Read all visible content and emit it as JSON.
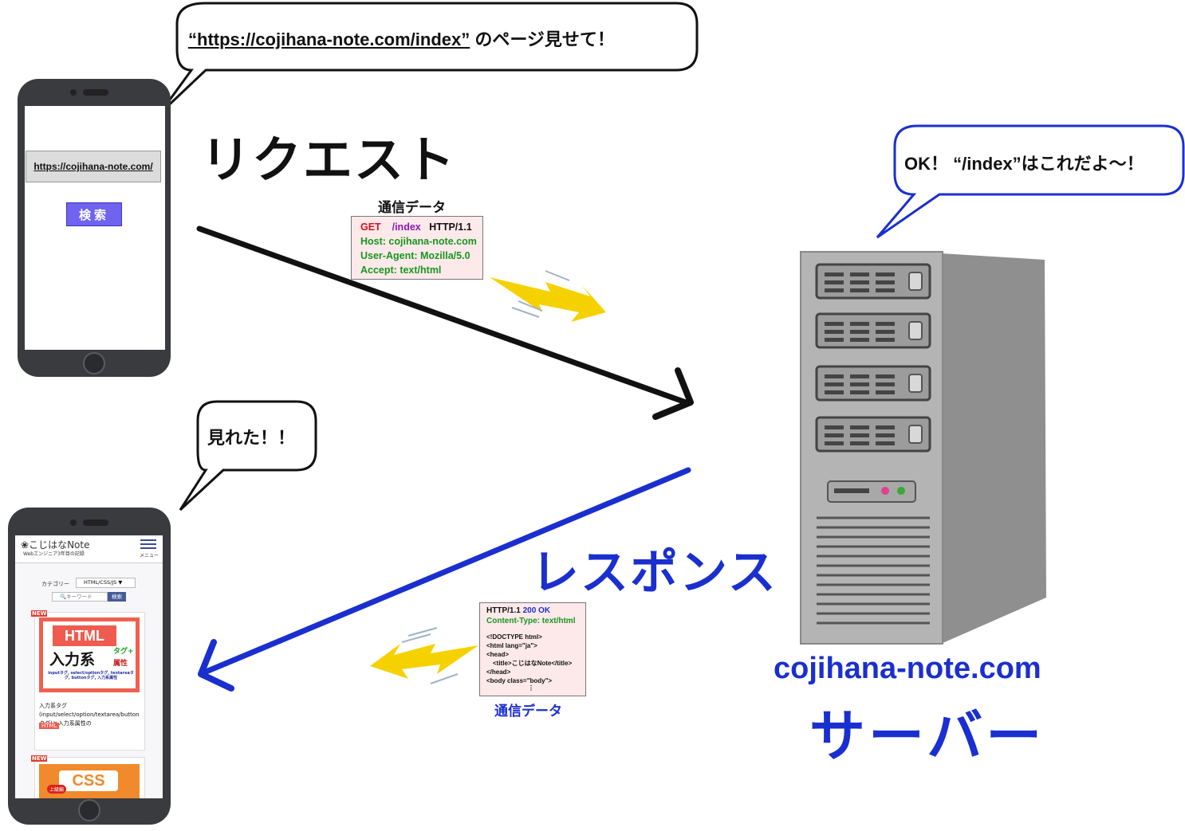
{
  "request": {
    "bubble": {
      "url": "“https://cojihana-note.com/index”",
      "rest": " のページ見せて！"
    },
    "title": "リクエスト",
    "phone_url": "https://cojihana-note.com/",
    "search_label": "検索",
    "packet_label": "通信データ",
    "packet": {
      "method": "GET",
      "path": "/index",
      "version": "HTTP/1.1",
      "host": "Host: cojihana-note.com",
      "user_agent": "User-Agent: Mozilla/5.0",
      "accept": "Accept: text/html"
    }
  },
  "server": {
    "bubble": "OK！ “/index”はこれだよ〜！",
    "host": "cojihana-note.com",
    "title": "サーバー"
  },
  "response": {
    "title": "レスポンス",
    "bubble": "見れた！！",
    "packet_label": "通信データ",
    "packet": {
      "version": "HTTP/1.1",
      "status": "200 OK",
      "content_type": "Content-Type: text/html",
      "line1": "<!DOCTYPE html>",
      "line2": "<html lang=\"ja\">",
      "line3": "<head>",
      "line4": "<title>こじはなNote</title>",
      "line5": "</head>",
      "line6": "<body class=\"body\">",
      "ellipsis": "⋮"
    }
  },
  "webpage": {
    "site_name": "こじはなNote",
    "site_sub": "Webエンジニア3年目の記録",
    "menu": "メニュー",
    "category_label": "カテゴリー",
    "category_value": "HTML/CSS/JS",
    "keyword_placeholder": "キーワード",
    "search_button": "検索",
    "new_badge": "NEW",
    "card1": {
      "html_word": "HTML",
      "main": "入力系",
      "tag": "タグ",
      "plus": "+",
      "attr": "属性",
      "sub": "inputタグ, select/optionタグ, textareaタグ, buttonタグ, 入力系属性",
      "desc": "入力系タグ(input/select/option/textarea/buttonタグ)と入力系属性の",
      "tag_label": "HTML"
    },
    "card2": {
      "css_word": "CSS",
      "badge": "上級編"
    }
  },
  "colors": {
    "blue": "#1a2fcf",
    "black_arrow": "#111111",
    "packet_bg": "#fde9ea",
    "phone_body": "#3a3b3f",
    "server_body": "#9a9a9a"
  }
}
